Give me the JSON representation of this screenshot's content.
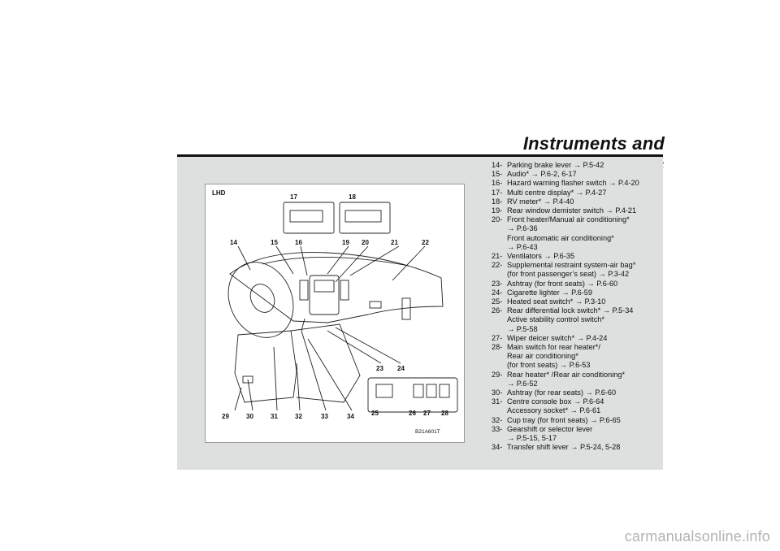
{
  "header": {
    "title": "Instruments and Controls"
  },
  "figure": {
    "variant": "LHD",
    "code": "B21A601T",
    "labels": [
      "14",
      "15",
      "16",
      "17",
      "18",
      "19",
      "20",
      "21",
      "22",
      "23",
      "24",
      "25",
      "26",
      "27",
      "28",
      "29",
      "30",
      "31",
      "32",
      "33",
      "34"
    ]
  },
  "callouts": [
    {
      "num": "14-",
      "lines": [
        "Parking brake lever → P.5-42"
      ]
    },
    {
      "num": "15-",
      "lines": [
        "Audio* → P.6-2, 6-17"
      ]
    },
    {
      "num": "16-",
      "lines": [
        "Hazard warning flasher switch → P.4-20"
      ]
    },
    {
      "num": "17-",
      "lines": [
        "Multi centre display* → P.4-27"
      ]
    },
    {
      "num": "18-",
      "lines": [
        "RV meter* → P.4-40"
      ]
    },
    {
      "num": "19-",
      "lines": [
        "Rear window demister switch → P.4-21"
      ]
    },
    {
      "num": "20-",
      "lines": [
        "Front heater/Manual air conditioning*",
        "→ P.6-36",
        "Front automatic air conditioning*",
        "→ P.6-43"
      ]
    },
    {
      "num": "21-",
      "lines": [
        "Ventilators → P.6-35"
      ]
    },
    {
      "num": "22-",
      "lines": [
        "Supplemental restraint system-air bag*",
        "(for front passenger’s seat) → P.3-42"
      ]
    },
    {
      "num": "23-",
      "lines": [
        "Ashtray (for front seats) → P.6-60"
      ]
    },
    {
      "num": "24-",
      "lines": [
        "Cigarette lighter → P.6-59"
      ]
    },
    {
      "num": "25-",
      "lines": [
        "Heated seat switch* → P.3-10"
      ]
    },
    {
      "num": "26-",
      "lines": [
        "Rear differential lock switch* → P.5-34",
        "Active stability control switch*",
        "→ P.5-58"
      ]
    },
    {
      "num": "27-",
      "lines": [
        "Wiper deicer switch* → P.4-24"
      ]
    },
    {
      "num": "28-",
      "lines": [
        "Main switch for rear heater*/",
        "Rear air conditioning*",
        "(for front seats) → P.6-53"
      ]
    },
    {
      "num": "29-",
      "lines": [
        "Rear heater* /Rear air conditioning*",
        "→ P.6-52"
      ]
    },
    {
      "num": "30-",
      "lines": [
        "Ashtray (for rear seats) → P.6-60"
      ]
    },
    {
      "num": "31-",
      "lines": [
        "Centre console box → P.6-64",
        "Accessory socket* → P.6-61"
      ]
    },
    {
      "num": "32-",
      "lines": [
        "Cup tray (for front seats) → P.6-65"
      ]
    },
    {
      "num": "33-",
      "lines": [
        "Gearshift or selector lever",
        "→ P.5-15, 5-17"
      ]
    },
    {
      "num": "34-",
      "lines": [
        "Transfer shift lever → P.5-24, 5-28"
      ]
    }
  ],
  "watermark": "carmanualsonline.info"
}
